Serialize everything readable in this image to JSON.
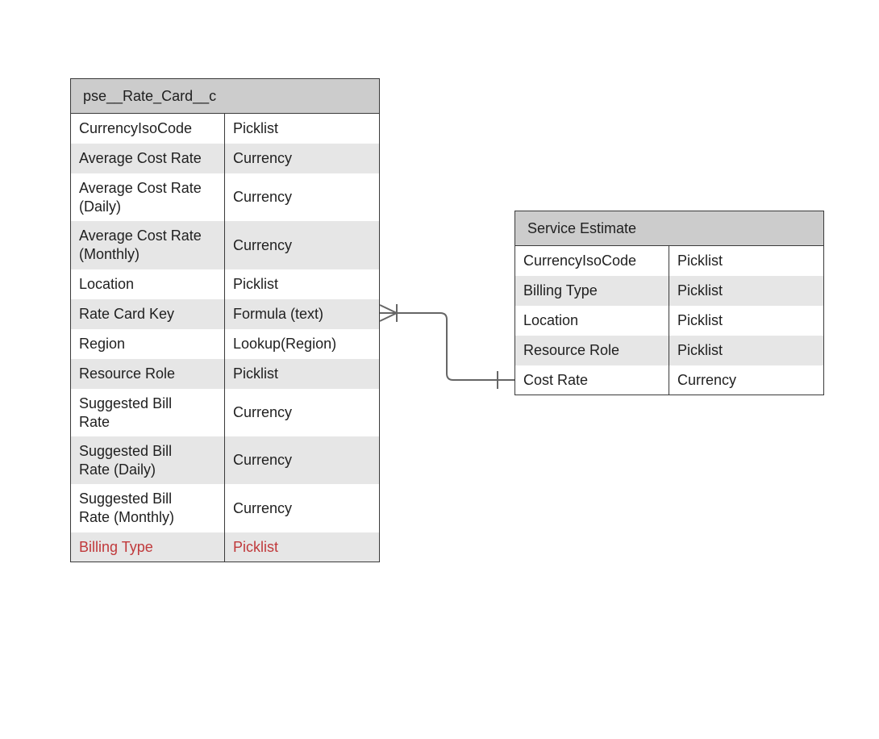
{
  "entities": {
    "rate_card": {
      "title": "pse__Rate_Card__c",
      "rows": [
        {
          "name": "CurrencyIsoCode",
          "type": "Picklist"
        },
        {
          "name": "Average Cost Rate",
          "type": "Currency"
        },
        {
          "name": "Average Cost Rate\n (Daily)",
          "type": "Currency"
        },
        {
          "name": "Average Cost Rate\n (Monthly)",
          "type": "Currency"
        },
        {
          "name": "Location",
          "type": "Picklist"
        },
        {
          "name": "Rate Card Key",
          "type": "Formula (text)"
        },
        {
          "name": "Region",
          "type": "Lookup(Region)"
        },
        {
          "name": "Resource Role",
          "type": "Picklist"
        },
        {
          "name": "Suggested Bill\n Rate",
          "type": "Currency"
        },
        {
          "name": "Suggested Bill\n Rate (Daily)",
          "type": "Currency"
        },
        {
          "name": "Suggested Bill\n Rate (Monthly)",
          "type": "Currency"
        },
        {
          "name": "Billing Type",
          "type": "Picklist"
        }
      ]
    },
    "service_estimate": {
      "title": "Service Estimate",
      "rows": [
        {
          "name": "CurrencyIsoCode",
          "type": "Picklist"
        },
        {
          "name": "Billing Type",
          "type": "Picklist"
        },
        {
          "name": "Location",
          "type": "Picklist"
        },
        {
          "name": "Resource Role",
          "type": "Picklist"
        },
        {
          "name": "Cost Rate",
          "type": "Currency"
        }
      ]
    }
  },
  "colors": {
    "header_bg": "#cccccc",
    "row_shade": "#e6e6e6",
    "border": "#3a3a3a",
    "highlight_text": "#c0393b",
    "connector": "#666666"
  },
  "relationship": {
    "from_end": "many-crowfoot-icon",
    "to_end": "one-bar-icon"
  }
}
